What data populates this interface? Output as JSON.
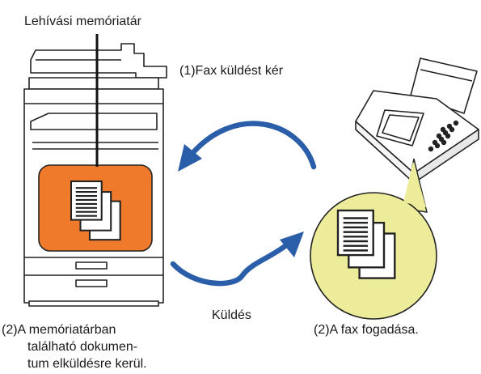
{
  "labels": {
    "memory_title": "Lehívási memóriatár",
    "request": "(1)Fax küldést kér",
    "send": "Küldés",
    "left_caption": [
      "(2)A memóriatárban",
      "található dokumen-",
      "tum elküldésre kerül."
    ],
    "right_caption": "(2)A fax fogadása."
  },
  "colors": {
    "accent_orange": "#f07a2b",
    "bubble_yellow": "#ecec9a",
    "arrow_blue": "#2a5ea8",
    "outline": "#222222"
  },
  "icons": {
    "left_device": "multifunction-printer",
    "right_device": "fax-machine",
    "documents": "document-stack"
  }
}
